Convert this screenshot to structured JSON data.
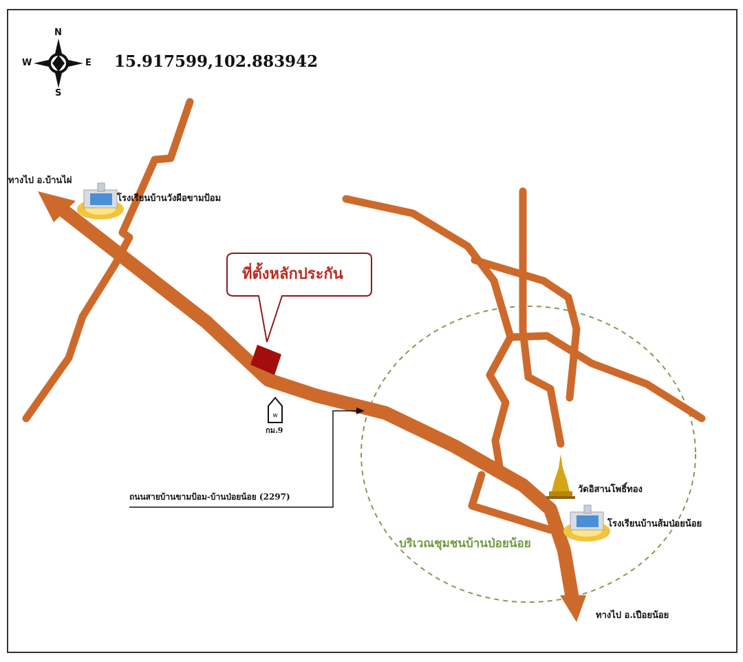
{
  "map": {
    "coordinates": "15.917599,102.883942",
    "compass": {
      "n": "N",
      "s": "S",
      "e": "E",
      "w": "W"
    },
    "callout": "ที่ตั้งหลักประกัน",
    "road_name": "ถนนสายบ้านขามป้อม-บ้านป่อยน้อย (2297)",
    "km_marker": "กม.9",
    "to_ban_phai": "ทางไป อ.บ้านไผ่",
    "to_pueai_noi": "ทางไป อ.เปือยน้อย",
    "school_1": "โรงเรียนบ้านวังผือขามป้อม",
    "school_2": "โรงเรียนบ้านส้มป่อยน้อย",
    "temple": "วัดอิสานโพธิ์ทอง",
    "community": "บริเวณชุมชนบ้านป่อยน้อย"
  },
  "colors": {
    "road": "#cd6a2b",
    "callout_border": "#8b1a1a",
    "callout_text": "#c0281e",
    "marker": "#a30d0d",
    "community_ring": "#7f9b55",
    "community_text": "#6f9a3f",
    "temple_gold": "#d4a516",
    "frame": "#333333"
  },
  "icons": [
    "compass-rose-icon",
    "school-icon",
    "temple-stupa-icon",
    "km-marker-icon",
    "property-marker-icon"
  ]
}
